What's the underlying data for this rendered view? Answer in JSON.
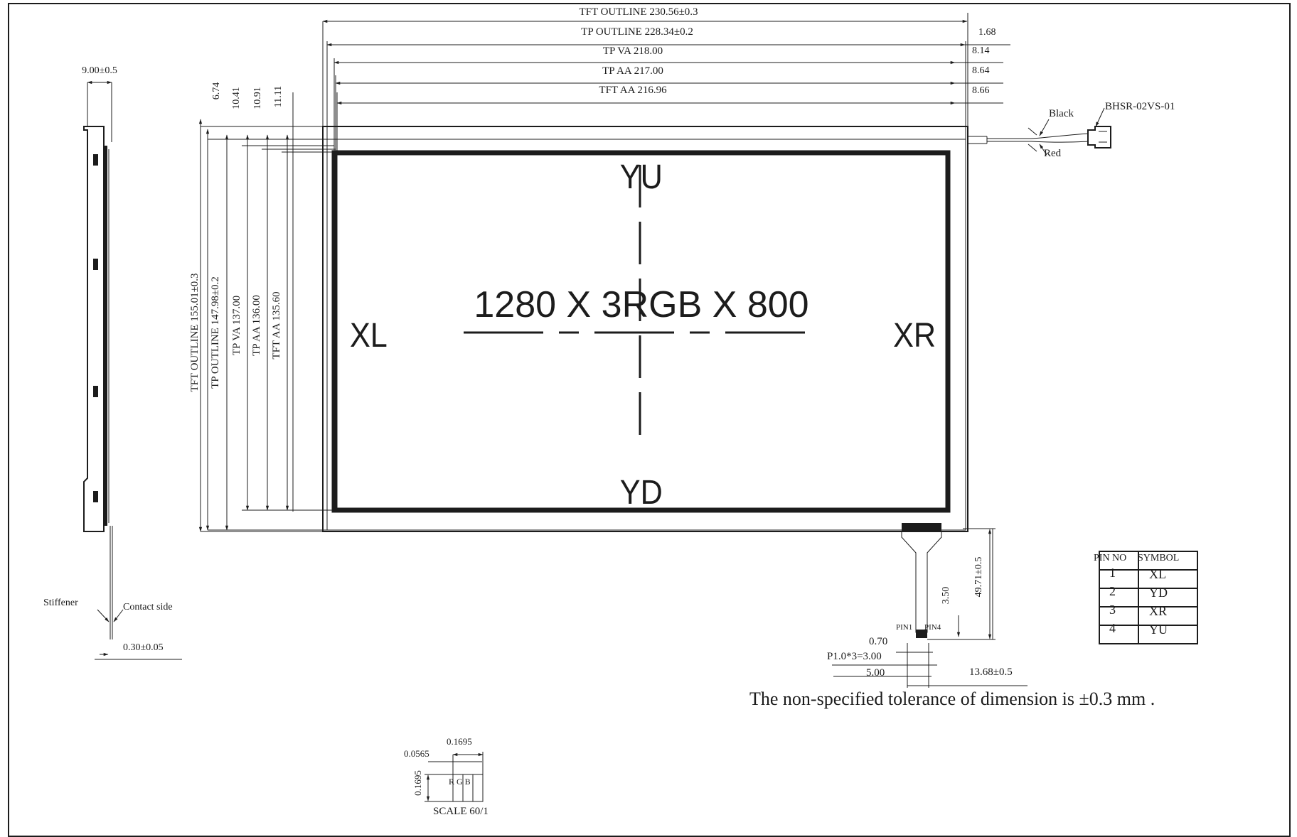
{
  "horizontal_dims": [
    {
      "label": "TFT OUTLINE 230.56±0.3",
      "offset": "1.68"
    },
    {
      "label": "TP OUTLINE 228.34±0.2",
      "offset": "8.14"
    },
    {
      "label": "TP VA 218.00",
      "offset": "8.64"
    },
    {
      "label": "TP AA 217.00",
      "offset": "8.66"
    },
    {
      "label": "TFT AA 216.96"
    }
  ],
  "vertical_dims": {
    "tft_outline": "TFT OUTLINE 155.01±0.3",
    "tp_outline": "TP OUTLINE 147.98±0.2",
    "tp_va": "TP VA 137.00",
    "tp_aa": "TP AA 136.00",
    "tft_aa": "TFT AA 135.60",
    "top_offsets": [
      "6.74",
      "10.41",
      "10.91",
      "11.11"
    ]
  },
  "side_view": {
    "thickness": "9.00±0.5",
    "stiffener": "Stiffener",
    "contact_side": "Contact side",
    "fpc_thickness": "0.30±0.05"
  },
  "panel": {
    "resolution": "1280 X 3RGB X 800",
    "yu": "YU",
    "yd": "YD",
    "xl": "XL",
    "xr": "XR"
  },
  "connector": {
    "black": "Black",
    "red": "Red",
    "part": "BHSR-02VS-01"
  },
  "fpc": {
    "tail_length": "49.71±0.5",
    "pin_height": "3.50",
    "pin1": "PIN1",
    "pin4": "PIN4",
    "pad_width": "0.70",
    "pitch": "P1.0*3=3.00",
    "width": "5.00",
    "offset": "13.68±0.5"
  },
  "pin_table": {
    "headers": [
      "PIN NO",
      "SYMBOL"
    ],
    "rows": [
      [
        "1",
        "XL"
      ],
      [
        "2",
        "YD"
      ],
      [
        "3",
        "XR"
      ],
      [
        "4",
        "YU"
      ]
    ]
  },
  "tolerance_note": "The non-specified tolerance of dimension is ±0.3 mm .",
  "pixel_detail": {
    "gap": "0.0565",
    "pitch": "0.1695",
    "height": "0.1695",
    "subpixels": "R G B",
    "scale": "SCALE 60/1"
  }
}
